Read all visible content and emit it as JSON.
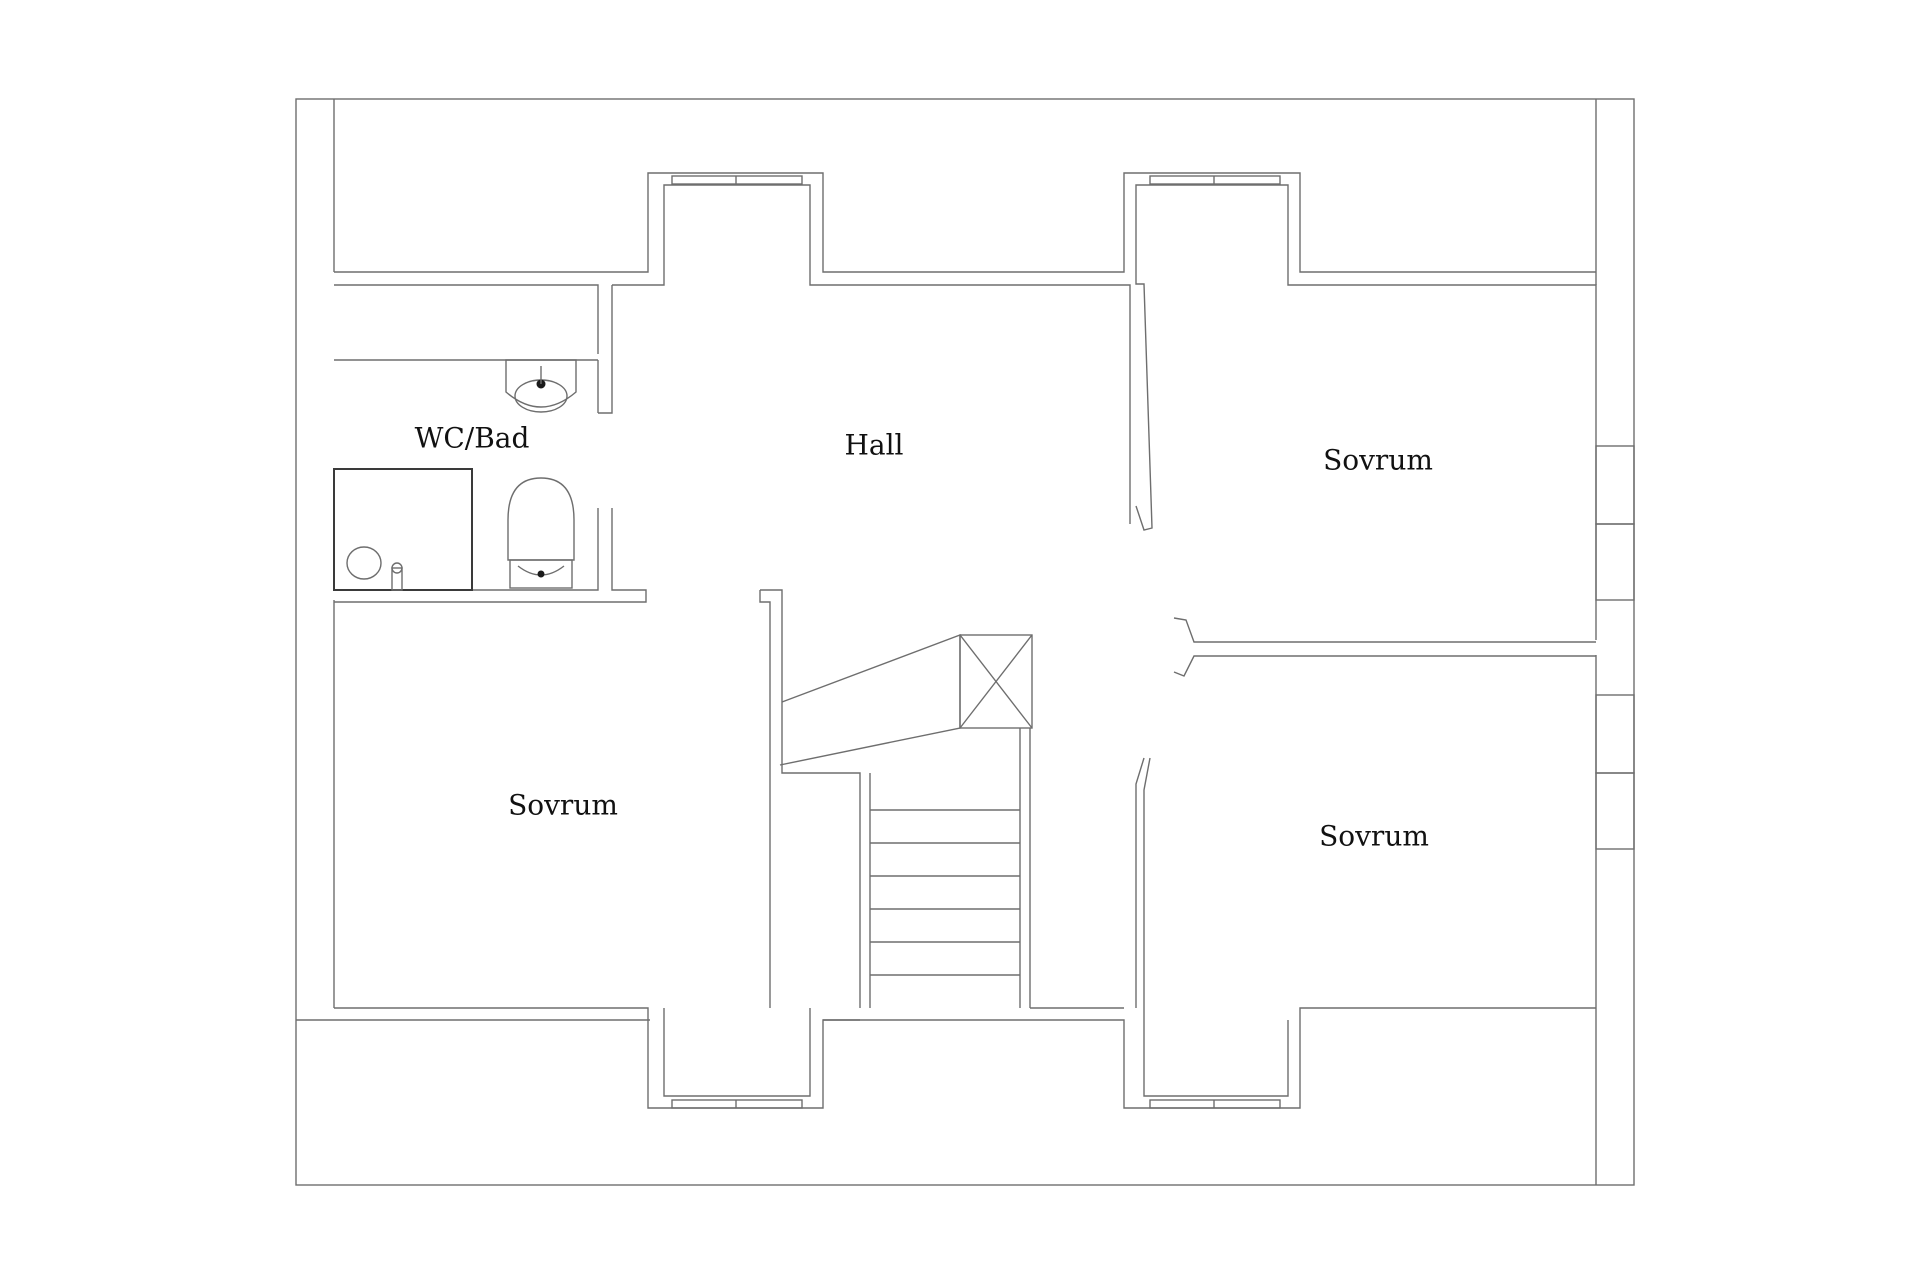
{
  "rooms": {
    "wc_bad": "WC/Bad",
    "hall": "Hall",
    "sovrum_ne": "Sovrum",
    "sovrum_sw": "Sovrum",
    "sovrum_se": "Sovrum"
  },
  "colors": {
    "background": "#ffffff",
    "wall_stroke": "#6e6e6e",
    "label_text": "#111111"
  }
}
